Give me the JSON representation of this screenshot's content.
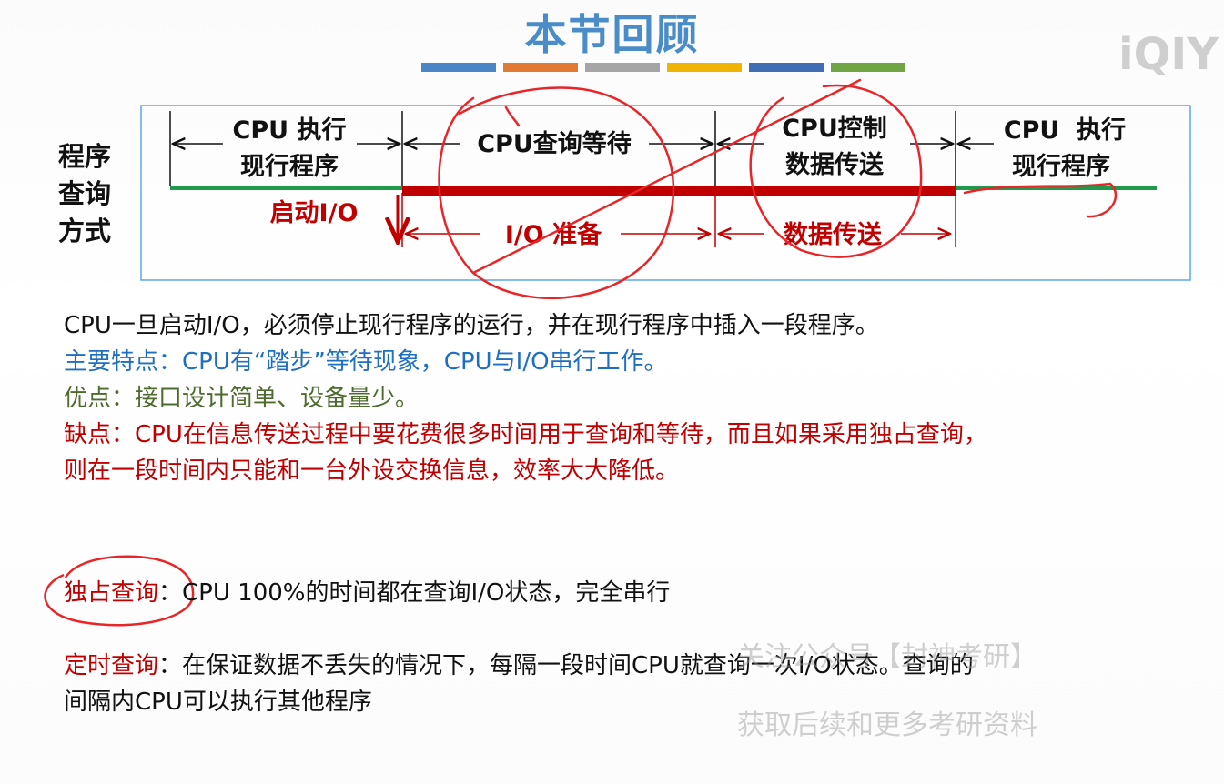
{
  "slide": {
    "title": "本节回顾",
    "accent_colors": [
      "#4a86c5",
      "#e07a35",
      "#a5a5a5",
      "#f0b400",
      "#3f6eb5",
      "#6fa543"
    ],
    "side_label": [
      "程序",
      "查询",
      "方式"
    ]
  },
  "diagram": {
    "seg1_label": [
      "CPU 执行",
      "现行程序"
    ],
    "seg2_label": "CPU查询等待",
    "seg3_label": [
      "CPU控制",
      "数据传送"
    ],
    "seg4_label": [
      "CPU  执行",
      "现行程序"
    ],
    "start_io": "启动I/O",
    "io_prepare": "I/O 准备",
    "data_transfer": "数据传送",
    "colors": {
      "cpu_run": "#1e9a4a",
      "cpu_busy": "#c00000",
      "annotation": "#e8262a",
      "frame": "#5aa9e6"
    }
  },
  "notes": {
    "line1": "CPU一旦启动I/O，必须停止现行程序的运行，并在现行程序中插入一段程序。",
    "line2": "主要特点：CPU有“踏步”等待现象，CPU与I/O串行工作。",
    "line3": "优点：接口设计简单、设备量少。",
    "line4": "缺点：CPU在信息传送过程中要花费很多时间用于查询和等待，而且如果采用独占查询，",
    "line5": "则在一段时间内只能和一台外设交换信息，效率大大降低。"
  },
  "exclusive": {
    "label": "独占查询",
    "colon": "：",
    "desc": "CPU 100%的时间都在查询I/O状态，完全串行"
  },
  "timed": {
    "label": "定时查询",
    "desc1": "：在保证数据不丢失的情况下，每隔一段时间CPU就查询一次I/O状态。查询的",
    "desc2": "间隔内CPU可以执行其他程序"
  },
  "watermark": {
    "logo": "iQIY",
    "line1": "关注公众号【封神考研】",
    "line2": "获取后续和更多考研资料"
  }
}
